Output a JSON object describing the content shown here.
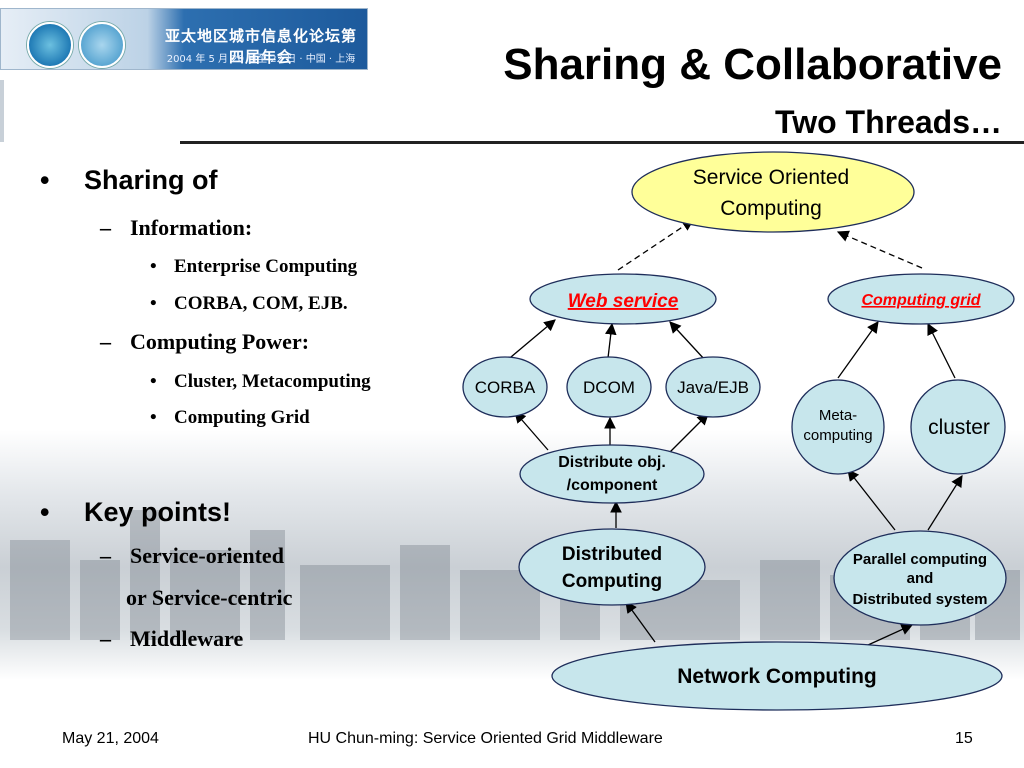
{
  "banner": {
    "title": "亚太地区城市信息化论坛第四届年会",
    "subtitle": "2004 年 5 月 20 日至 22 日 · 中国 · 上海"
  },
  "slide": {
    "title": "Sharing & Collaborative",
    "subtitle": "Two Threads…"
  },
  "bullets": {
    "b1": "Sharing of",
    "b1_1": "Information:",
    "b1_1_1": "Enterprise Computing",
    "b1_1_2": "CORBA, COM, EJB.",
    "b1_2": "Computing Power:",
    "b1_2_1": "Cluster, Metacomputing",
    "b1_2_2": "Computing Grid",
    "b2": "Key points!",
    "b2_1a": "Service-oriented",
    "b2_1b": "or Service-centric",
    "b2_2": "Middleware",
    "bullet_mark": "•",
    "dash_mark": "–"
  },
  "diagram": {
    "soc_line1": "Service Oriented",
    "soc_line2": "Computing",
    "web_service": "Web service",
    "computing_grid": "Computing grid",
    "corba": "CORBA",
    "dcom": "DCOM",
    "javaejb": "Java/EJB",
    "meta_line1": "Meta-",
    "meta_line2": "computing",
    "cluster": "cluster",
    "dobj_line1": "Distribute obj.",
    "dobj_line2": "/component",
    "dc_line1": "Distributed",
    "dc_line2": "Computing",
    "pc_line1": "Parallel computing",
    "pc_line2": "and",
    "pc_line3": "Distributed system",
    "nc": "Network Computing",
    "colors": {
      "node_fill": "#c7e6ec",
      "top_fill": "#ffff99",
      "link_red": "#ff0000",
      "stroke": "#1e2d5a"
    }
  },
  "footer": {
    "date": "May 21, 2004",
    "center": "HU Chun-ming: Service Oriented Grid Middleware",
    "page": "15"
  }
}
